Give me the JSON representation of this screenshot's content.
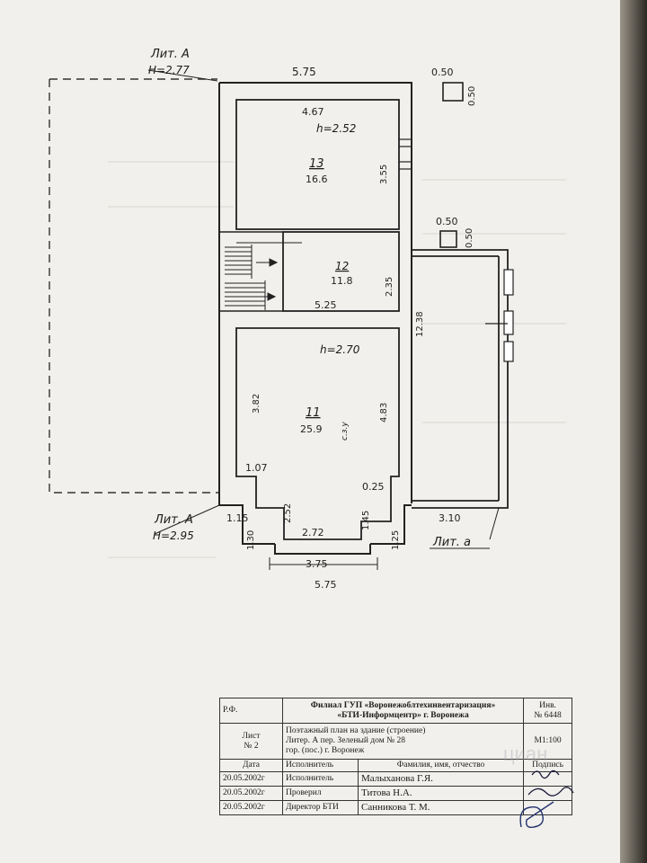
{
  "plan": {
    "lit_a_top": "Лит. А",
    "h_top_left": "Н=2.77",
    "lit_a_bottom": "Лит. А",
    "h_bottom_left": "Н=2.95",
    "lit_a_small": "Лит. а",
    "dims": {
      "top_width": "5.75",
      "room13_width": "4.67",
      "room13_height_dim": "3.55",
      "chimney_w": "0.50",
      "chimney_h": "0.50",
      "chimney2_w": "0.50",
      "chimney2_h": "0.50",
      "room12_right": "2.35",
      "room12_bottom": "5.25",
      "porch_height": "12.38",
      "room11_left": "3.82",
      "room11_right": "4.83",
      "left_step": "1.07",
      "right_step": "0.25",
      "niche_left": "2.52",
      "niche_right": "1.45",
      "niche_bottom": "2.72",
      "bottom_left_1": "1.15",
      "bottom_left_2": "1.30",
      "bottom_right": "1.25",
      "porch_bottom": "3.10",
      "bottom_inner": "3.75",
      "bottom_overall": "5.75"
    },
    "rooms": [
      {
        "number": "13",
        "area": "16.6",
        "height": "h=2.52"
      },
      {
        "number": "12",
        "area": "11.8"
      },
      {
        "number": "11",
        "area": "25.9",
        "height": "h=2.70",
        "note": "с.з.у"
      }
    ]
  },
  "stamp": {
    "rf": "Р.Ф.",
    "org_line1": "Филиал ГУП «Воронежоблтехинвентаризация»",
    "org_line2": "«БТИ-Информцентр» г. Воронежа",
    "inv_label": "Инв.",
    "inv_no": "№ 6448",
    "sheet_label": "Лист",
    "sheet_no": "№ 2",
    "title": "Поэтажный план на здание (строение)",
    "address1": "Литер. А     пер. Зеленый     дом № 28",
    "address2": "гор. (пос.)  г. Воронеж",
    "scale": "М1:100",
    "header": {
      "date": "Дата",
      "performer": "Исполнитель",
      "name": "Фамилия, имя, отчество",
      "signature": "Подпись"
    },
    "rows": [
      {
        "date": "20.05.2002г",
        "role": "Исполнитель",
        "name": "Малыханова Г.Я."
      },
      {
        "date": "20.05.2002г",
        "role": "Проверил",
        "name": "Титова Н.А."
      },
      {
        "date": "20.05.2002г",
        "role": "Директор БТИ",
        "name": "Санникова Т. М."
      }
    ]
  },
  "watermark": "циан"
}
